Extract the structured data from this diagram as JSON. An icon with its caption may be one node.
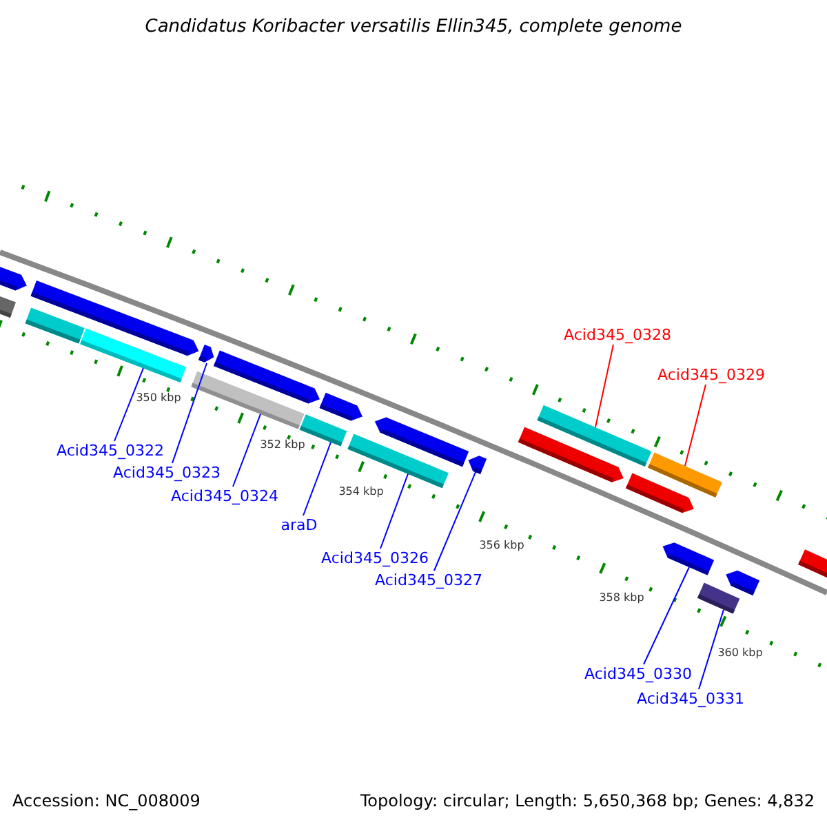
{
  "diagram": {
    "title": "Candidatus Koribacter versatilis Ellin345, complete genome",
    "nodes": [
      {
        "text": [
          "Acid345_0322"
        ]
      },
      {
        "text": [
          "Acid345_0323"
        ]
      },
      {
        "text": [
          "Acid345_0324"
        ]
      },
      {
        "text": [
          "araD"
        ]
      },
      {
        "text": [
          "Acid345_0326"
        ]
      },
      {
        "text": [
          "Acid345_0327"
        ]
      },
      {
        "text": [
          "Acid345_0328"
        ]
      },
      {
        "text": [
          "Acid345_0329"
        ]
      },
      {
        "text": [
          "Acid345_0330"
        ]
      },
      {
        "text": [
          "Acid345_0331"
        ]
      },
      {
        "text": [],
        "shape": "bar"
      },
      {
        "text": [],
        "shape": "bar"
      },
      {
        "text": [],
        "shape": "bar"
      },
      {
        "text": [],
        "shape": "bar"
      },
      {
        "text": [],
        "shape": "bar"
      },
      {
        "text": [],
        "shape": "bar"
      },
      {
        "text": [],
        "shape": "bar"
      },
      {
        "text": [],
        "shape": "bar"
      },
      {
        "text": [],
        "shape": "bar"
      },
      {
        "text": [],
        "shape": "bar"
      },
      {
        "text": [],
        "shape": "bar"
      },
      {
        "text": [],
        "shape": "bar"
      },
      {
        "text": [],
        "shape": "bar"
      },
      {
        "text": [],
        "shape": "bar"
      },
      {
        "text": [],
        "shape": "bar"
      },
      {
        "text": [],
        "shape": "bar"
      },
      {
        "text": [],
        "shape": "bar"
      },
      {
        "text": [],
        "shape": "bar"
      },
      {
        "text": [],
        "shape": "bar"
      },
      {
        "text": [],
        "shape": "bar"
      },
      {
        "text": [],
        "shape": "bar"
      }
    ],
    "edges": [
      {
        "from": 0,
        "to": 14,
        "arrow": "none"
      },
      {
        "from": 1,
        "to": 15,
        "arrow": "none"
      },
      {
        "from": 2,
        "to": 16,
        "arrow": "none"
      },
      {
        "from": 3,
        "to": 18,
        "arrow": "none"
      },
      {
        "from": 4,
        "to": 20,
        "arrow": "none"
      },
      {
        "from": 5,
        "to": 22,
        "arrow": "none"
      },
      {
        "from": 6,
        "to": 24,
        "arrow": "none",
        "color": "#ff0000"
      },
      {
        "from": 7,
        "to": 26,
        "arrow": "none",
        "color": "#ff0000"
      },
      {
        "from": 8,
        "to": 27,
        "arrow": "none"
      },
      {
        "from": 9,
        "to": 28,
        "arrow": "none"
      }
    ],
    "labels": [
      "350 kbp",
      "352 kbp",
      "354 kbp",
      "356 kbp",
      "358 kbp",
      "360 kbp",
      "Accession: NC_008009",
      "Topology: circular; Length: 5,650,368 bp; Genes: 4,832"
    ]
  }
}
